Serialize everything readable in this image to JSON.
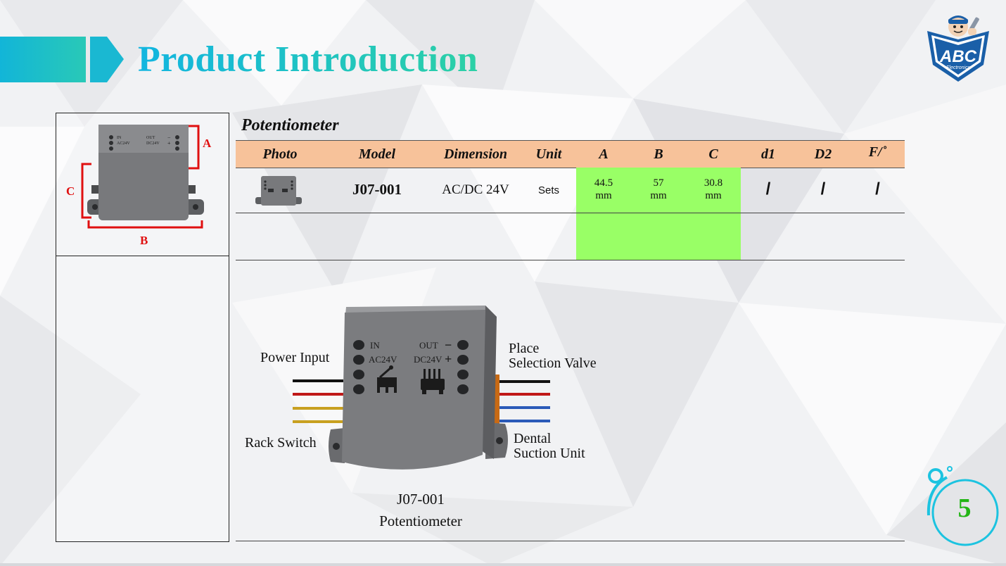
{
  "page": {
    "title": "Product Introduction",
    "number": "5"
  },
  "logo": {
    "text": "ABC",
    "subtext": "Electronics"
  },
  "dimension_diagram": {
    "label_a": "A",
    "label_b": "B",
    "label_c": "C",
    "device_in": "IN",
    "device_ac": "AC24V",
    "device_out": "OUT",
    "device_dc": "DC24V",
    "device_minus": "−",
    "device_plus": "+",
    "label_color": "#e01010"
  },
  "table": {
    "product_name": "Potentiometer",
    "headers": [
      "Photo",
      "Model",
      "Dimension",
      "Unit",
      "A",
      "B",
      "C",
      "d1",
      "D2",
      "F/˚"
    ],
    "row": {
      "model": "J07-001",
      "dimension": "AC/DC 24V",
      "unit": "Sets",
      "a": "44.5",
      "a_unit": "mm",
      "b": "57",
      "b_unit": "mm",
      "c": "30.8",
      "c_unit": "mm",
      "d1": "/",
      "d2": "/",
      "f": "/"
    },
    "header_color": "#f7c29a",
    "highlight_color": "#99ff66"
  },
  "figure": {
    "power_input": "Power Input",
    "rack_switch": "Rack Switch",
    "place_valve_line1": "Place",
    "place_valve_line2": "Selection Valve",
    "dental_line1": "Dental",
    "dental_line2": "Suction Unit",
    "caption_line1": "J07-001",
    "caption_line2": "Potentiometer",
    "in": "IN",
    "ac": "AC24V",
    "out": "OUT",
    "dc": "DC24V",
    "minus": "−",
    "plus": "+"
  },
  "colors": {
    "accent": "#1fbfd6",
    "page_number": "#22b515"
  }
}
